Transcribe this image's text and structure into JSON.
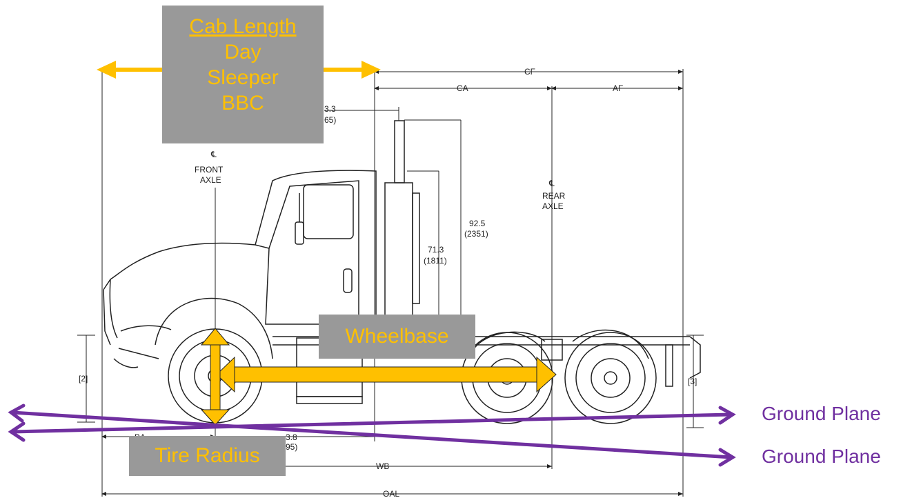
{
  "callouts": {
    "cab_length": "Cab Length",
    "day": "Day",
    "sleeper": "Sleeper",
    "bbc": "BBC",
    "wheelbase": "Wheelbase",
    "tire_radius": "Tire Radius"
  },
  "ground_planes": [
    "Ground Plane",
    "Ground Plane"
  ],
  "dimension_labels": {
    "cf": "CF",
    "ca": "CA",
    "af": "AF",
    "wb": "WB",
    "oal": "OAL",
    "ba": "BA",
    "top_dim_a": "3.3",
    "top_dim_b": "65)",
    "height_1": "92.5",
    "height_1_mm": "(2351)",
    "height_2": "71.3",
    "height_2_mm": "(1811)",
    "bottom_dim": "3.8",
    "bottom_dim_mm": "95)",
    "left_bracket": "[2]",
    "right_bracket": "[3]",
    "front_axle_line1": "FRONT",
    "front_axle_line2": "AXLE",
    "rear_axle_line1": "REAR",
    "rear_axle_line2": "AXLE",
    "centerline": "℄"
  },
  "colors": {
    "callout_bg": "#999999",
    "callout_text": "#ffc000",
    "arrow_yellow": "#ffc000",
    "arrow_purple": "#7030a0",
    "line_art": "#222222"
  }
}
